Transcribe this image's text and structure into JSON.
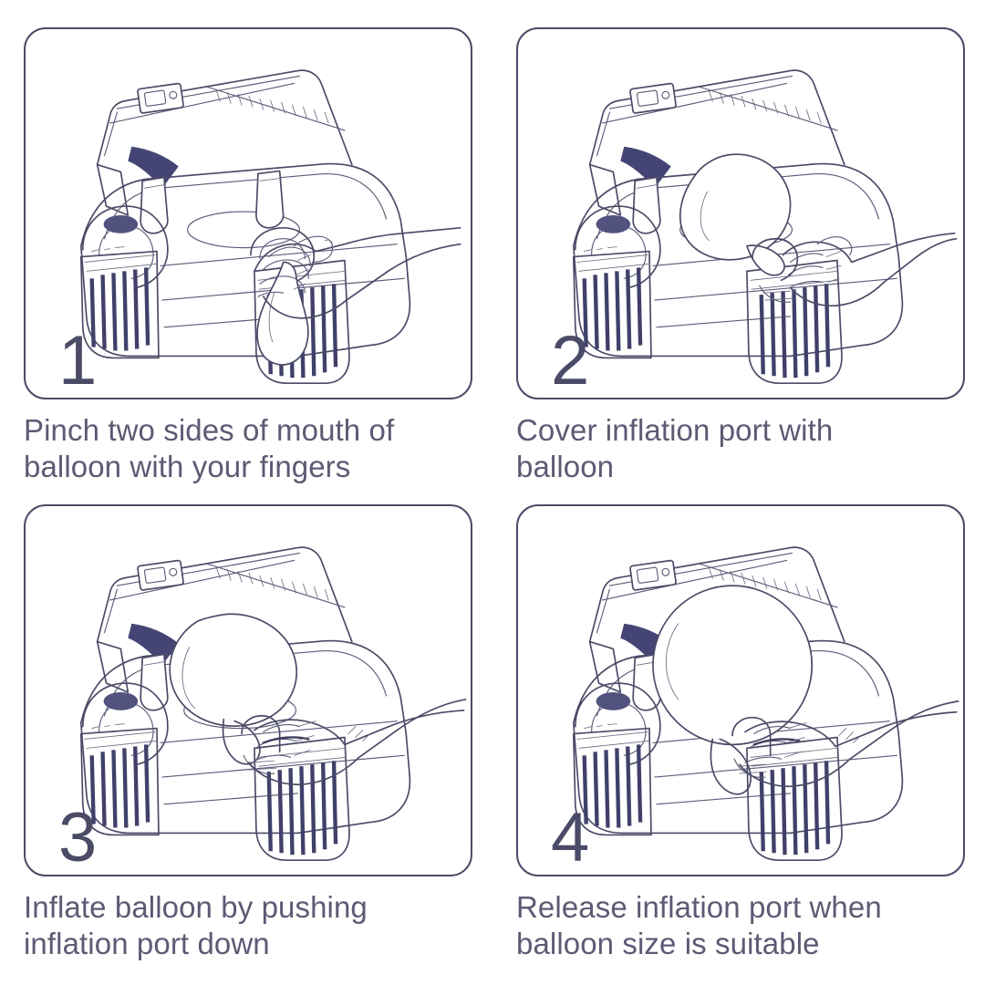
{
  "document": {
    "title": "Balloon Pump Usage Instructions",
    "background_color": "#ffffff",
    "line_color": "#4b4b68",
    "caption_color": "#5b5b74",
    "panel_border_color": "#4b4b68",
    "shading_color": "#454575"
  },
  "steps": [
    {
      "number": "1",
      "caption": "Pinch two sides of mouth of\nballoon with your fingers",
      "illustration": "balloon-pump-with-hand-pinching-deflated-balloon",
      "balloon_state": "deflated",
      "hand_count": 1
    },
    {
      "number": "2",
      "caption": "Cover inflation port with\nballoon",
      "illustration": "balloon-pump-with-balloon-over-inflation-port",
      "balloon_state": "partially-inflated",
      "hand_count": 1
    },
    {
      "number": "3",
      "caption": "Inflate balloon by pushing\ninflation port down",
      "illustration": "balloon-pump-with-hand-pressing-inflation-port-down",
      "balloon_state": "inflating",
      "hand_count": 1
    },
    {
      "number": "4",
      "caption": "Release inflation port when\nballoon size is suitable",
      "illustration": "balloon-pump-with-hand-releasing-inflation-port",
      "balloon_state": "inflated",
      "hand_count": 1
    }
  ],
  "device": {
    "name": "electric-balloon-pump",
    "parts": [
      "carry-handle",
      "power-switch",
      "top-housing",
      "oval-recess",
      "left-nozzle",
      "right-nozzle",
      "inflation-port",
      "left-vent-block",
      "right-vent-block"
    ]
  }
}
